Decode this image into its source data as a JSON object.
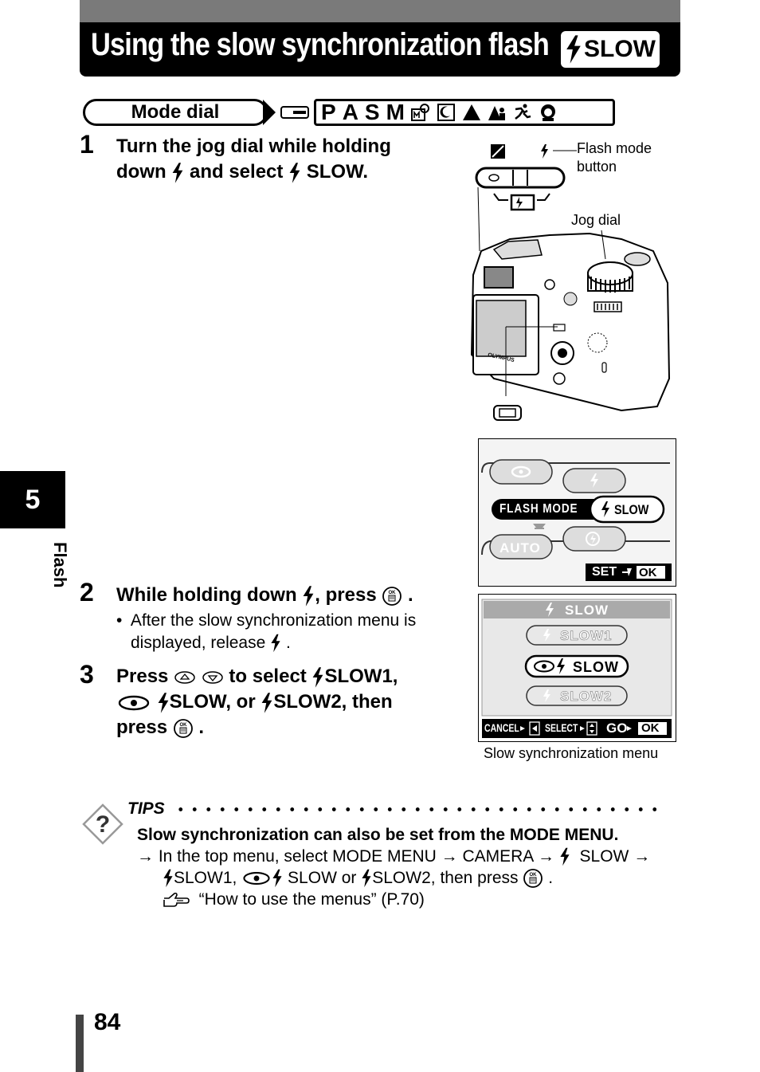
{
  "header": {
    "title": "Using the slow synchronization flash",
    "badge_text": "SLOW"
  },
  "mode_dial": {
    "label": "Mode dial",
    "letters": [
      "P",
      "A",
      "S",
      "M"
    ],
    "icons": [
      "my-mode-icon",
      "night-scene-icon",
      "landscape-icon",
      "landscape-portrait-icon",
      "sports-icon",
      "portrait-icon"
    ]
  },
  "steps": [
    {
      "number": "1",
      "line1": "Turn the jog dial while holding",
      "line2_a": "down",
      "line2_b": "and select",
      "line2_c": "SLOW."
    },
    {
      "number": "2",
      "line1_a": "While holding down",
      "line1_b": ", press",
      "line1_c": ".",
      "bullet": "•",
      "sub1": "After the slow synchronization menu is",
      "sub2_a": "displayed, release",
      "sub2_b": "."
    },
    {
      "number": "3",
      "line1_a": "Press",
      "line1_b": "to select",
      "line1_c": "SLOW1,",
      "line2_a": "SLOW, or",
      "line2_b": "SLOW2, then",
      "line3_a": "press",
      "line3_b": "."
    }
  ],
  "camera": {
    "flash_mode_label_1": "Flash mode",
    "flash_mode_label_2": "button",
    "jog_dial_label": "Jog dial",
    "brand": "OLYMPUS"
  },
  "screen1": {
    "flash_mode": "FLASH MODE",
    "slow": "SLOW",
    "auto": "AUTO",
    "set": "SET",
    "ok": "OK"
  },
  "screen2": {
    "title": "SLOW",
    "item1": "SLOW1",
    "item2": "SLOW",
    "item3": "SLOW2",
    "cancel": "CANCEL",
    "select": "SELECT",
    "go": "GO",
    "ok": "OK",
    "caption": "Slow synchronization menu"
  },
  "tips": {
    "heading": "TIPS",
    "bold_line": "Slow synchronization can also be set from the MODE MENU.",
    "line2_a": "→ In the top menu, select MODE MENU → CAMERA →",
    "line2_b": "SLOW →",
    "line3_a": "SLOW1,",
    "line3_b": "SLOW or",
    "line3_c": "SLOW2, then press",
    "line3_d": ".",
    "line4": "“How to use the menus” (P.70)"
  },
  "sidebar": {
    "chapter": "5",
    "label": "Flash"
  },
  "footer": {
    "page_number": "84"
  }
}
